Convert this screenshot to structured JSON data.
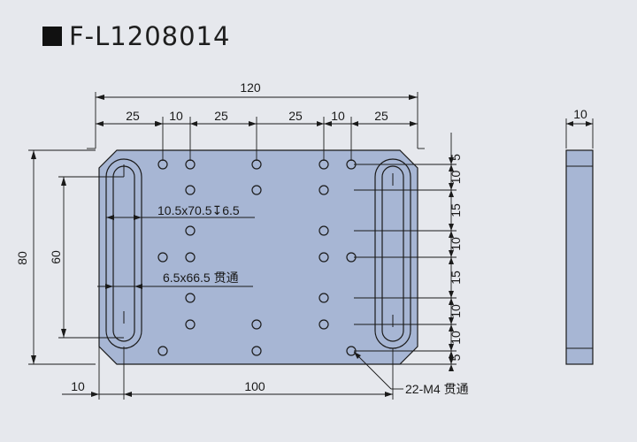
{
  "title": "F-L1208014",
  "colors": {
    "plate": "#a7b6d4",
    "edge": "#1a1a1a",
    "background": "#e6e8ed"
  },
  "dims": {
    "top_overall": "120",
    "top_segments": [
      "25",
      "10",
      "25",
      "25",
      "10",
      "25"
    ],
    "height_overall": "80",
    "slot_span": "60",
    "bottom_offset": "10",
    "bottom_span": "100",
    "right_steps": [
      "5",
      "10",
      "15",
      "10",
      "15",
      "10",
      "10",
      "5"
    ],
    "side_thickness": "10"
  },
  "notes": {
    "counterbore_slot": "10.5x70.5",
    "counterbore_depth_symbol": "↧",
    "counterbore_depth": "6.5",
    "through_slot": "6.5x66.5 贯通",
    "holes": "22-M4 贯通"
  }
}
